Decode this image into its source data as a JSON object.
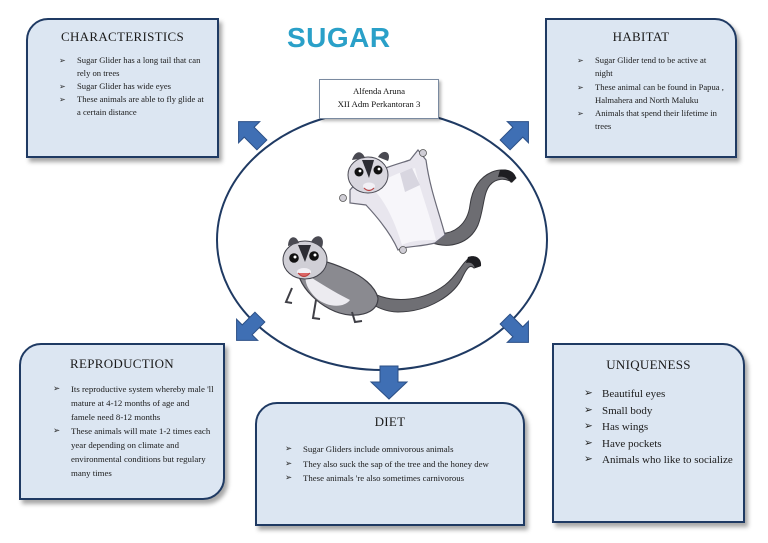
{
  "title": "SUGAR",
  "author": {
    "name": "Alfenda Aruna",
    "class": "XII Adm Perkantoran 3"
  },
  "characteristics": {
    "heading": "CHARACTERISTICS",
    "items": [
      "Sugar Glider has a long tail that can rely on trees",
      "Sugar Glider has wide eyes",
      "These animals are able to fly glide at a certain distance"
    ]
  },
  "habitat": {
    "heading": "HABITAT",
    "items": [
      "Sugar Glider tend to be active at night",
      "These animal can be found in Papua , Halmahera and North Maluku",
      "Animals that spend their lifetime in trees"
    ]
  },
  "reproduction": {
    "heading": "REPRODUCTION",
    "items": [
      "Its reproductive system whereby male 'll mature at 4-12 months of age and famele need 8-12 months",
      "These animals will mate 1-2 times each year depending on climate and environmental conditions but regulary many times"
    ]
  },
  "diet": {
    "heading": "DIET",
    "items": [
      "Sugar Gliders include omnivorous animals",
      "They also suck the sap of the tree and the honey dew",
      "These animals 're also sometimes carnivorous"
    ]
  },
  "uniqueness": {
    "heading": "UNIQUENESS",
    "items": [
      "Beautiful eyes",
      "Small body",
      "Has wings",
      "Have pockets",
      "Animals who like to socialize"
    ]
  },
  "colors": {
    "title": "#2aa0c8",
    "box_fill": "#dce6f2",
    "box_border": "#1f3a63",
    "arrow": "#3f6fb4",
    "circle": "#1f3a63"
  },
  "illustration": "sugar-glider-pair"
}
